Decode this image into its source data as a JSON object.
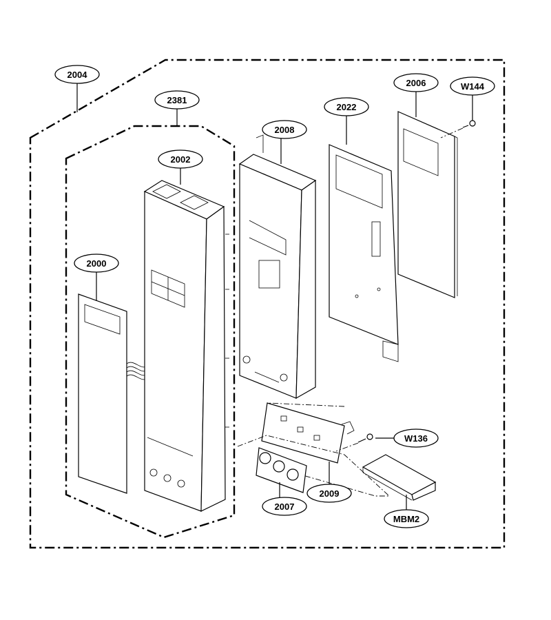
{
  "labels": {
    "p2004": "2004",
    "p2381": "2381",
    "p2002": "2002",
    "p2000": "2000",
    "p2008": "2008",
    "p2022": "2022",
    "p2006": "2006",
    "pW144": "W144",
    "pW136": "W136",
    "p2007": "2007",
    "p2009": "2009",
    "pMBM2": "MBM2"
  }
}
